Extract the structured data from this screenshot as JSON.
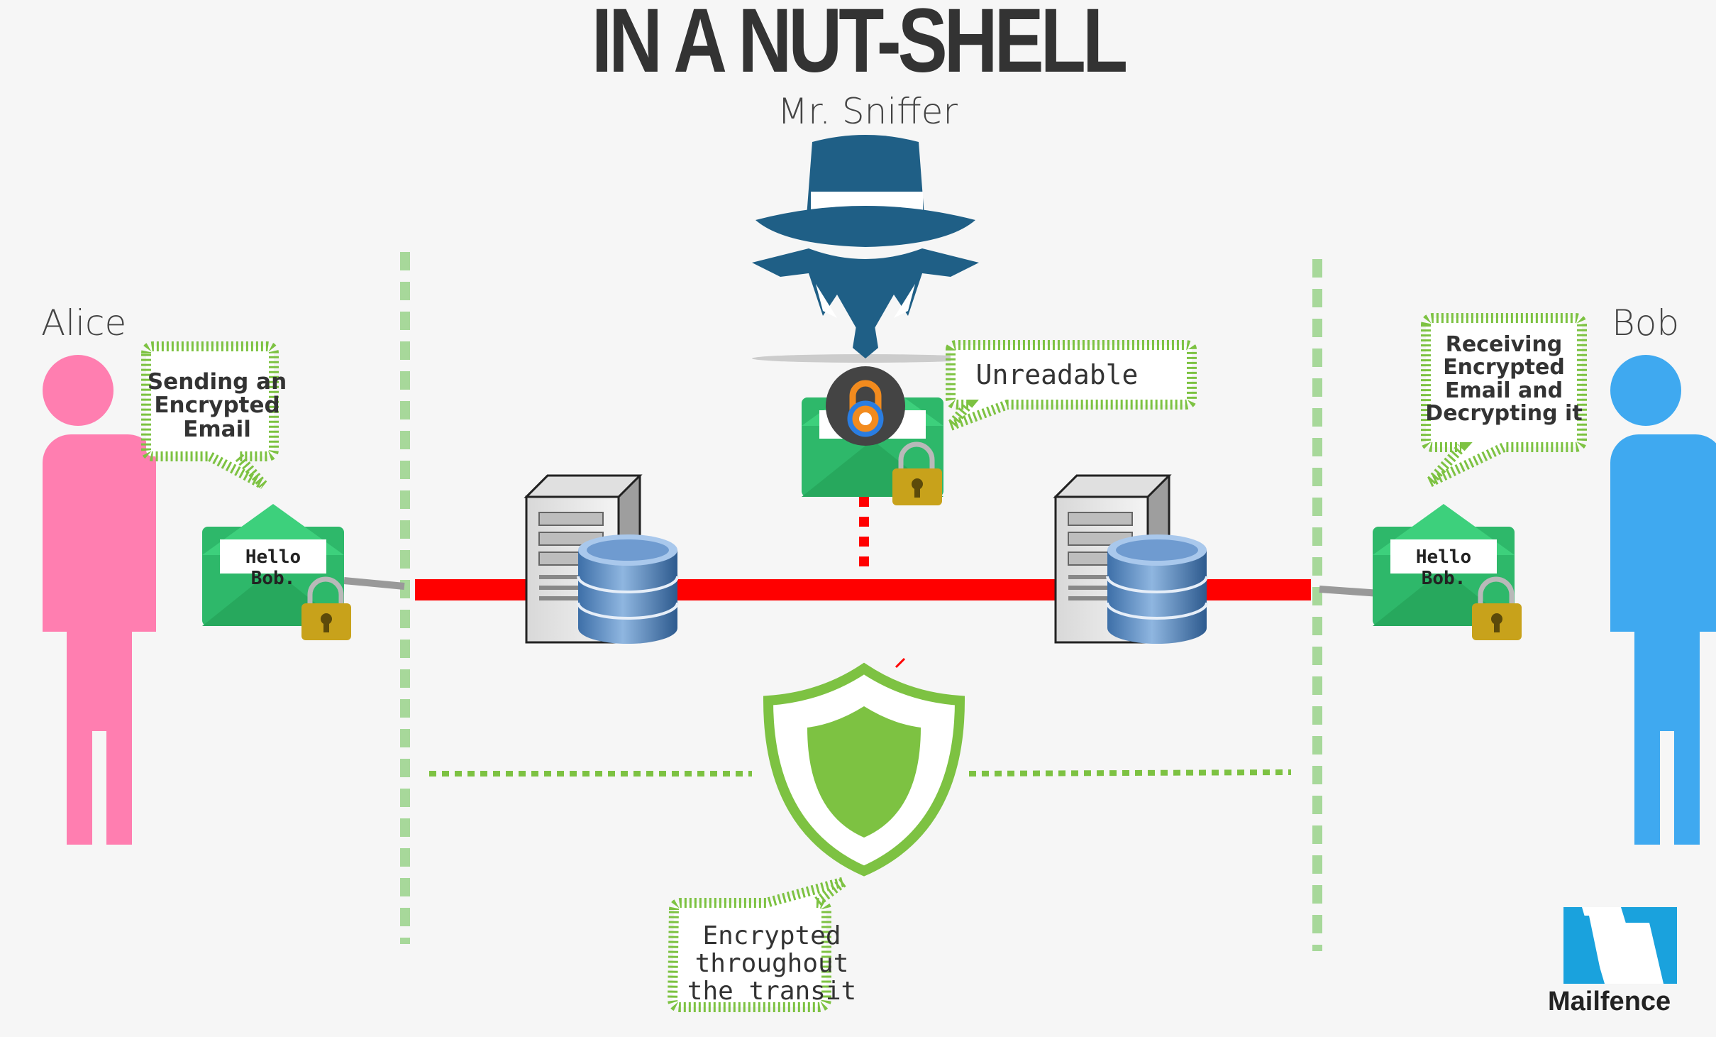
{
  "title": "IN A NUT-SHELL",
  "actors": {
    "sender": "Alice",
    "receiver": "Bob",
    "attacker": "Mr. Sniffer"
  },
  "bubbles": {
    "sending": [
      "Sending an",
      "Encrypted",
      "Email"
    ],
    "receiving": [
      "Receiving",
      "Encrypted",
      "Email and",
      "Decrypting it"
    ],
    "unreadable": [
      "Unreadable"
    ],
    "transit": [
      "Encrypted",
      "throughout",
      "the transit"
    ]
  },
  "letters": {
    "alice": "Hello Bob.",
    "bob": "Hello Bob."
  },
  "brand": "Mailfence",
  "colors": {
    "alice": "#ff7eb0",
    "bob": "#3fa9f0",
    "sniffer": "#1f5f86",
    "envelope": "#2eb86a",
    "wire": "#ff0000",
    "bubble_border": "#7dc242",
    "divider": "#a7d89a",
    "lock": "#c8a21b",
    "brand": "#1aa2dd"
  }
}
